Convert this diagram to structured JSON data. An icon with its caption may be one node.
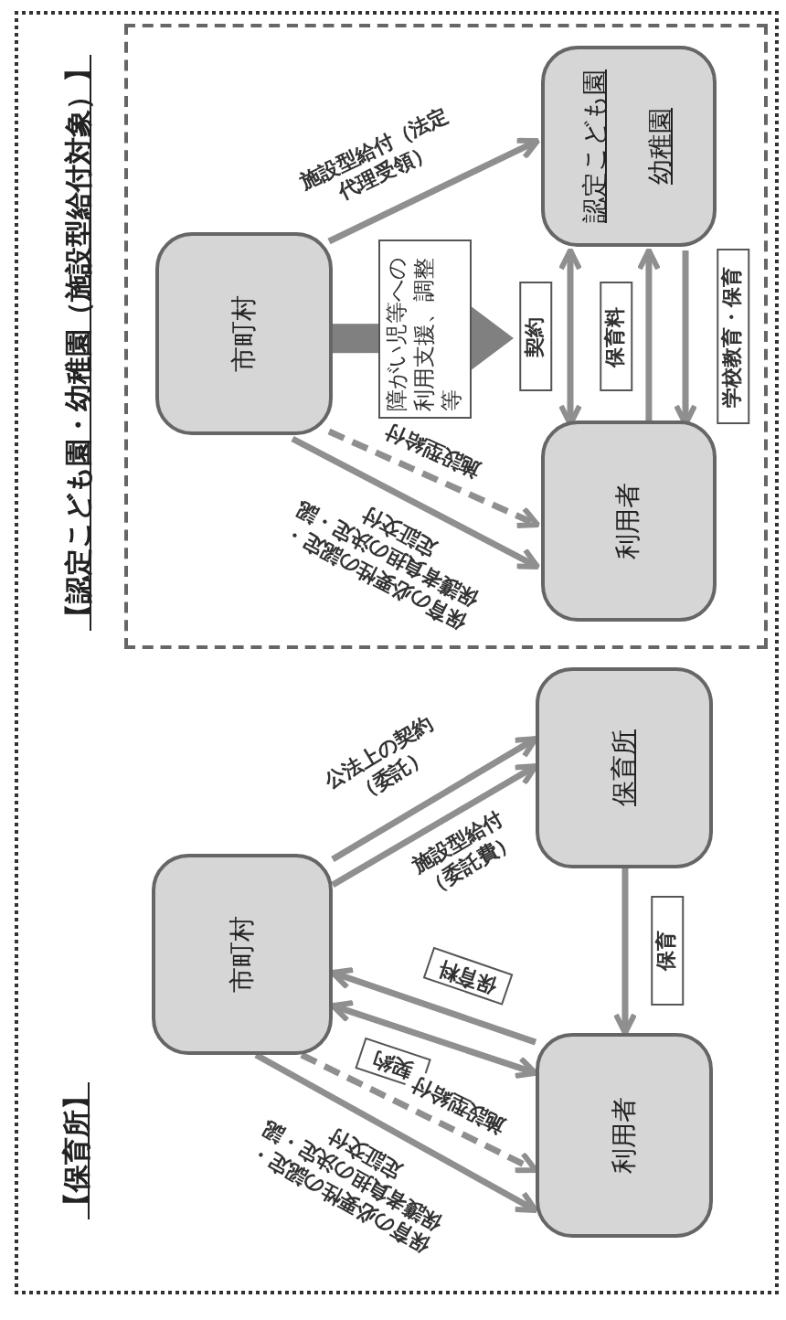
{
  "diagram": {
    "nodes": [
      {
        "text": [
          "市町村"
        ]
      },
      {
        "text": [
          "保育所"
        ]
      },
      {
        "text": [
          "利用者"
        ]
      },
      {
        "text": [
          "【認定こども園・幼稚園（施設型給付対象）】"
        ]
      },
      {
        "text": [
          "市町村"
        ],
        "in": 3
      },
      {
        "text": [
          "認定こども園",
          "幼稚園"
        ],
        "in": 3
      },
      {
        "text": [
          "利用者"
        ],
        "in": 3
      }
    ],
    "edges": [
      {
        "from": 0,
        "to": 1,
        "arrow": "to",
        "label": "公法上の契約（委託）"
      },
      {
        "from": 0,
        "to": 1,
        "arrow": "to",
        "label": "施設型給付（委託費）"
      },
      {
        "from": 2,
        "to": 0,
        "arrow": "to",
        "label": "保育料"
      },
      {
        "from": 0,
        "to": 2,
        "arrow": "both",
        "label": "契約"
      },
      {
        "from": 0,
        "to": 2,
        "arrow": "to",
        "style": "dashed",
        "label": "施設型給付"
      },
      {
        "from": 0,
        "to": 2,
        "arrow": "to",
        "label": "保育の必要性の認定・保護者負担の決定・認定証交付"
      },
      {
        "from": 1,
        "to": 2,
        "arrow": "to",
        "label": "保育"
      },
      {
        "from": 4,
        "to": 5,
        "arrow": "to",
        "label": "施設型給付（法定代理受領）"
      },
      {
        "from": 4,
        "to": 6,
        "arrow": "to",
        "style": "dashed",
        "label": "施設型給付"
      },
      {
        "from": 4,
        "to": 6,
        "arrow": "to",
        "label": "保育の必要性の認定・保護者負担の決定・認定証交付"
      },
      {
        "from": 4,
        "to": null,
        "arrow": "to",
        "style": "thick",
        "color": "#808080",
        "label": "障がい児等への利用支援、調整等"
      },
      {
        "from": 6,
        "to": 5,
        "arrow": "both",
        "label": "契約"
      },
      {
        "from": 6,
        "to": 5,
        "arrow": "to",
        "label": "保育料"
      },
      {
        "from": 5,
        "to": 6,
        "arrow": "to",
        "label": "学校教育・保育"
      }
    ],
    "labels": [
      "【保育所】"
    ]
  }
}
